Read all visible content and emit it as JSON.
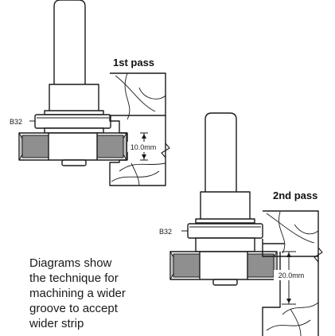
{
  "pass1": {
    "title": "1st pass",
    "bearing_label": "B32",
    "depth_label": "10.0mm"
  },
  "pass2": {
    "title": "2nd pass",
    "bearing_label": "B32",
    "depth_label": "20.0mm"
  },
  "caption": {
    "lines": [
      "Diagrams show",
      "the technique for",
      "machining a wider",
      "groove to accept",
      "wider strip"
    ]
  },
  "colors": {
    "line": "#1a1a1a",
    "metal": "#e8e8e8",
    "cutter_tip": "#8f8f8f",
    "cutter_tip_light": "#c4c4c4"
  }
}
